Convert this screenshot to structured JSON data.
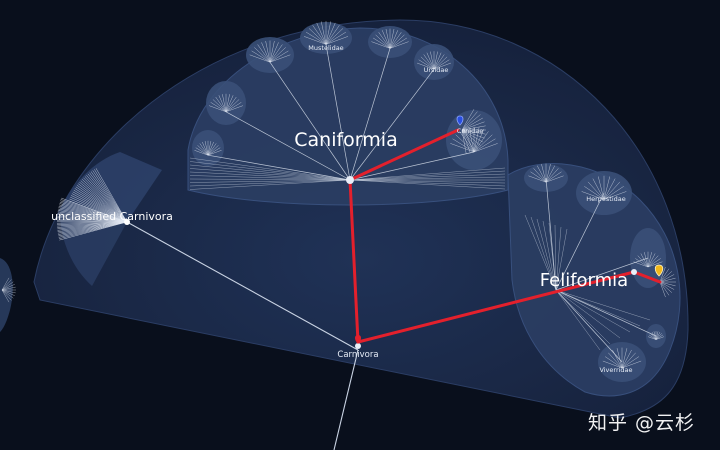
{
  "labels": {
    "carnivora": "Carnivora",
    "caniformia": "Caniformia",
    "feliformia": "Feliformia",
    "unclassified": "unclassified Carnivora",
    "mustelidae": "Mustelidae",
    "ursidae": "Ursidae",
    "canidae": "Canidae",
    "herpestidae": "Herpestidae",
    "viverridae": "Viverridae"
  },
  "watermark": "知乎 @云杉",
  "colors": {
    "background": "#090f1c",
    "dome_fill": "#1b2a47",
    "clade_fill": "#2c3f63",
    "branch": "#d6deea",
    "path": "#e3202c",
    "pin_canidae": "#2a4fe0",
    "pin_feliformia": "#f2b81b",
    "text": "#ffffff"
  },
  "icons": {
    "canidae_pin": "location-pin-icon",
    "feliformia_pin": "location-pin-icon",
    "carnivora_pin": "location-pin-icon"
  }
}
